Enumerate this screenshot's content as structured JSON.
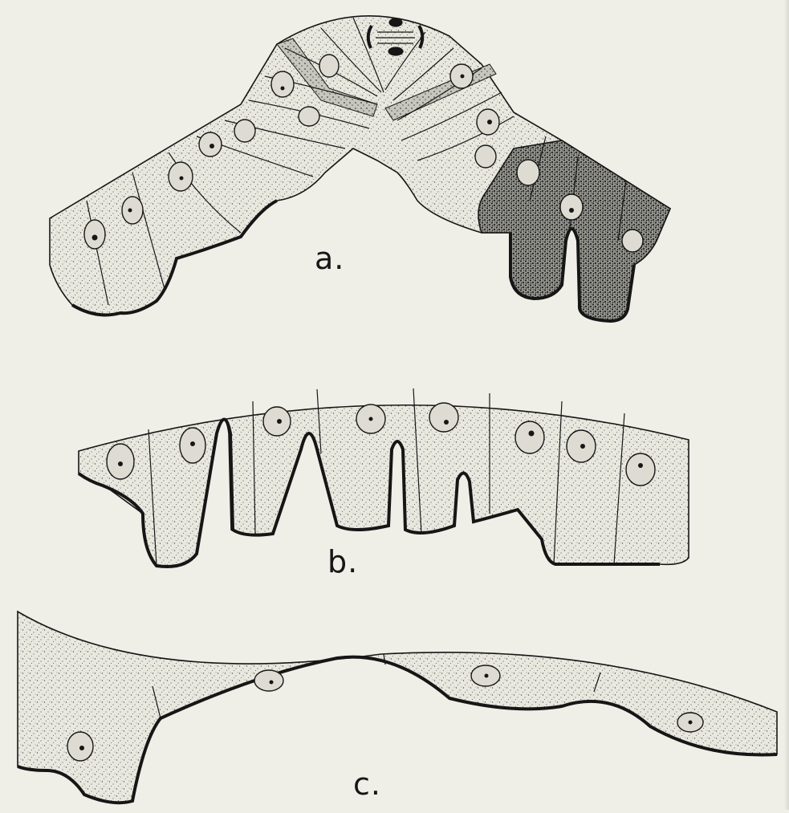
{
  "figure": {
    "labels": {
      "a": "a.",
      "b": "b.",
      "c": "c."
    }
  },
  "colors": {
    "background": "#efefe7",
    "ink": "#161616",
    "cytoplasm": "#e7e7de",
    "dark_cytoplasm": "#5a5a55"
  }
}
